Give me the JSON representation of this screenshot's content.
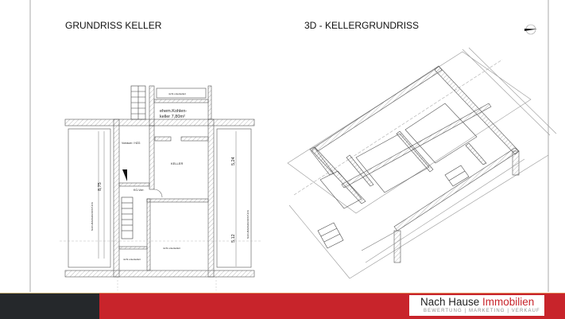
{
  "titles": {
    "left": "GRUNDRISS KELLER",
    "right": "3D - KELLERGRUNDRISS"
  },
  "plan": {
    "rooms": {
      "kohlenkeller_line1": "ehem.Kohlen-",
      "kohlenkeller_line2": "keller 7,80m²",
      "keller": "KELLER",
      "vorraum": "Vorraum / HZG",
      "kg_vorr": "KG-Vorr.",
      "not_basement": "nicht unterkellert"
    },
    "neighbor": "NACHBARGRUNDSTÜCK",
    "dimensions": {
      "height_total": "8,75",
      "right_top": "5,24",
      "right_bottom": "5,12"
    }
  },
  "icons": {
    "north_arrow": "north-arrow-icon"
  },
  "logo": {
    "brand_part1": "Nach Hause ",
    "brand_part2": "Immobilien",
    "tagline": "BEWERTUNG | MARKETING | VERKAUF"
  },
  "colors": {
    "brand_red": "#c8242b",
    "dark_band": "#25282b"
  }
}
